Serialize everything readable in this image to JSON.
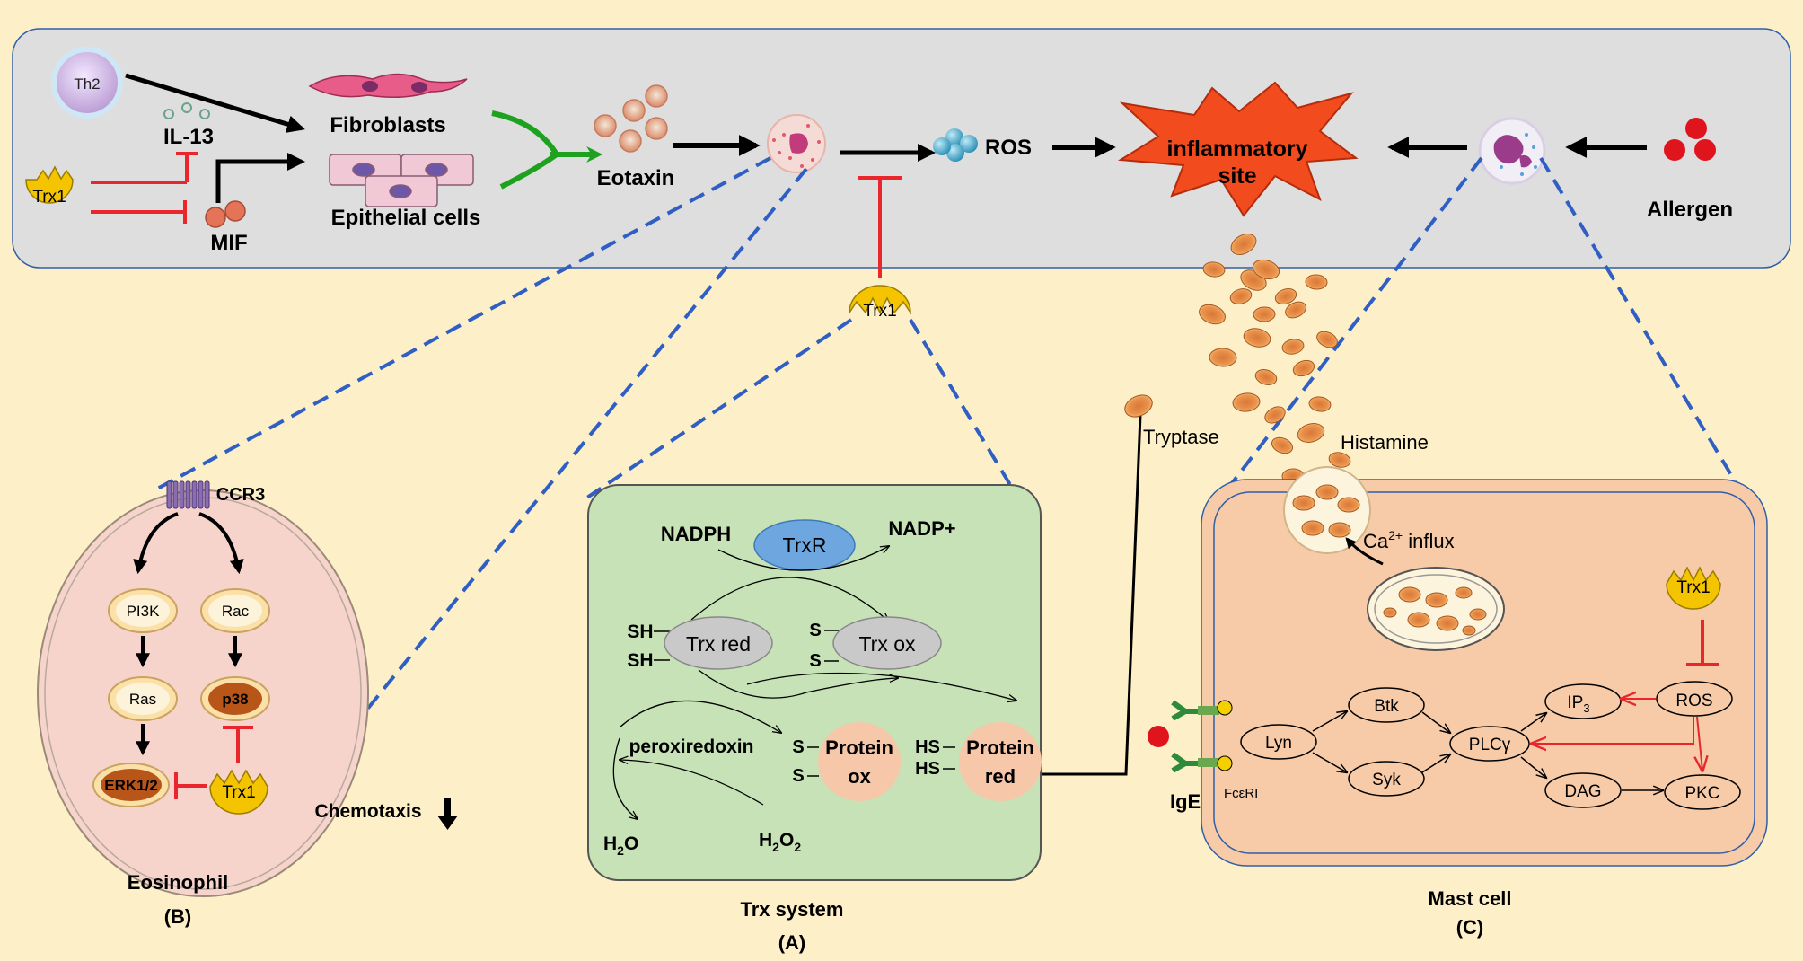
{
  "colors": {
    "background": "#fdf0c8",
    "top_panel": "#dedede",
    "trx_box": "#c6e2b6",
    "mast_cell": "#f7cba8",
    "eosinophil": "#f6d4cc",
    "inhibit": "#e8262b",
    "dashed": "#2f5fc4",
    "trx1_yellow": "#f5c400",
    "granule": "#e98a3c"
  },
  "top_panel": {
    "th2": "Th2",
    "il13": "IL-13",
    "trx1_left": "Trx1",
    "mif": "MIF",
    "fibroblasts": "Fibroblasts",
    "epithelial_cells": "Epithelial cells",
    "eotaxin": "Eotaxin",
    "ros": "ROS",
    "inflammatory_site_line1": "inflammatory",
    "inflammatory_site_line2": "site",
    "allergen": "Allergen"
  },
  "trx1_center": "Trx1",
  "eosinophil_panel": {
    "ccr3": "CCR3",
    "pi3k": "PI3K",
    "rac": "Rac",
    "ras": "Ras",
    "p38": "p38",
    "erk": "ERK1/2",
    "trx1": "Trx1",
    "chemotaxis": "Chemotaxis",
    "caption": "Eosinophil",
    "label": "(B)"
  },
  "trx_system": {
    "nadph": "NADPH",
    "nadp": "NADP+",
    "trxr": "TrxR",
    "sh_top": "SH",
    "sh_bottom": "SH",
    "trx_red": "Trx red",
    "s_top": "S",
    "s_bottom": "S",
    "trx_ox": "Trx ox",
    "peroxiredoxin": "peroxiredoxin",
    "ps_top": "S",
    "ps_bottom": "S",
    "protein_ox_1": "Protein",
    "protein_ox_2": "ox",
    "hs_top": "HS",
    "hs_bottom": "HS",
    "protein_red_1": "Protein",
    "protein_red_2": "red",
    "h2o": "H",
    "h2o_sub": "2",
    "h2o_tail": "O",
    "h2o2_a": "H",
    "h2o2_sub1": "2",
    "h2o2_b": "O",
    "h2o2_sub2": "2",
    "caption": "Trx system",
    "label": "(A)"
  },
  "mast_cell_panel": {
    "tryptase": "Tryptase",
    "histamine": "Histamine",
    "ca_influx_pre": "Ca",
    "ca_influx_sup": "2+",
    "ca_influx_post": " influx",
    "trx1": "Trx1",
    "ros": "ROS",
    "ip3": "IP",
    "ip3_sub": "3",
    "btk": "Btk",
    "lyn": "Lyn",
    "syk": "Syk",
    "plcg": "PLCγ",
    "dag": "DAG",
    "pkc": "PKC",
    "fceri": "FcεRI",
    "ige": "IgE",
    "caption": "Mast cell",
    "label": "(C)"
  }
}
